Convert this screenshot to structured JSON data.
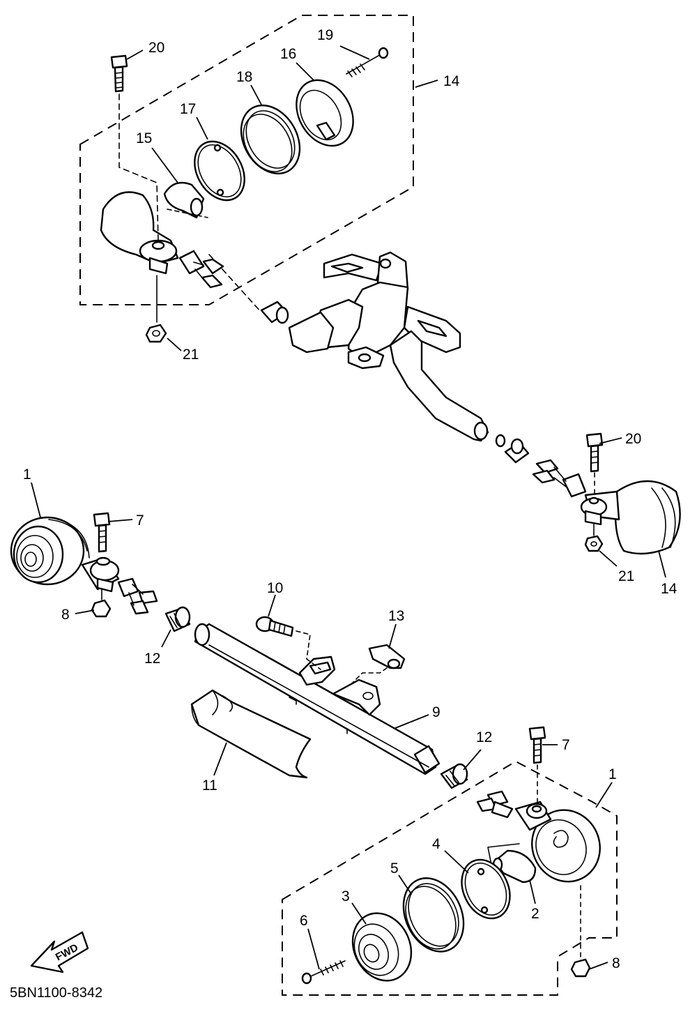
{
  "diagram_code": "5BN1100-8342",
  "fwd_label": "FWD",
  "callouts": [
    {
      "id": "c20a",
      "text": "20"
    },
    {
      "id": "c19",
      "text": "19"
    },
    {
      "id": "c16",
      "text": "16"
    },
    {
      "id": "c18",
      "text": "18"
    },
    {
      "id": "c17",
      "text": "17"
    },
    {
      "id": "c15",
      "text": "15"
    },
    {
      "id": "c14a",
      "text": "14"
    },
    {
      "id": "c21a",
      "text": "21"
    },
    {
      "id": "c20b",
      "text": "20"
    },
    {
      "id": "c21b",
      "text": "21"
    },
    {
      "id": "c14b",
      "text": "14"
    },
    {
      "id": "c1a",
      "text": "1"
    },
    {
      "id": "c7a",
      "text": "7"
    },
    {
      "id": "c8a",
      "text": "8"
    },
    {
      "id": "c12a",
      "text": "12"
    },
    {
      "id": "c10",
      "text": "10"
    },
    {
      "id": "c13",
      "text": "13"
    },
    {
      "id": "c9",
      "text": "9"
    },
    {
      "id": "c11",
      "text": "11"
    },
    {
      "id": "c12b",
      "text": "12"
    },
    {
      "id": "c7b",
      "text": "7"
    },
    {
      "id": "c1b",
      "text": "1"
    },
    {
      "id": "c4",
      "text": "4"
    },
    {
      "id": "c5",
      "text": "5"
    },
    {
      "id": "c3",
      "text": "3"
    },
    {
      "id": "c6",
      "text": "6"
    },
    {
      "id": "c2",
      "text": "2"
    },
    {
      "id": "c8b",
      "text": "8"
    }
  ]
}
